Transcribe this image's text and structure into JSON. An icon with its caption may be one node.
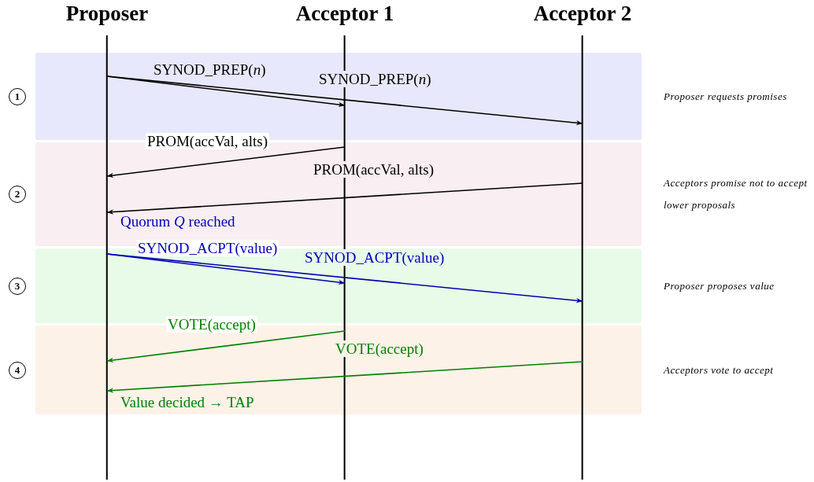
{
  "diagram": {
    "nodes": [
      {
        "text": [
          "Proposer"
        ]
      },
      {
        "text": [
          "Acceptor 1"
        ]
      },
      {
        "text": [
          "Acceptor 2"
        ]
      },
      {
        "text": [
          "1"
        ]
      },
      {
        "text": [
          "2"
        ]
      },
      {
        "text": [
          "3"
        ]
      },
      {
        "text": [
          "4"
        ]
      }
    ],
    "edges": [
      {
        "from": 0,
        "to": 1,
        "arrow": "to",
        "label": "SYNOD_PREP(*n*)"
      },
      {
        "from": 0,
        "to": 2,
        "arrow": "to",
        "label": "SYNOD_PREP(*n*)"
      },
      {
        "from": 1,
        "to": 0,
        "arrow": "to",
        "label": "PROM(accVal, alts)"
      },
      {
        "from": 2,
        "to": 0,
        "arrow": "to",
        "label": "PROM(accVal, alts)"
      },
      {
        "from": 0,
        "to": 1,
        "arrow": "to",
        "label": "SYNOD_ACPT(value)",
        "color": "#0000b4"
      },
      {
        "from": 0,
        "to": 2,
        "arrow": "to",
        "label": "SYNOD_ACPT(value)",
        "color": "#0000b4"
      },
      {
        "from": 1,
        "to": 0,
        "arrow": "to",
        "label": "VOTE(accept)",
        "color": "#008000"
      },
      {
        "from": 2,
        "to": 0,
        "arrow": "to",
        "label": "VOTE(accept)",
        "color": "#008000"
      }
    ],
    "labels": [
      "Proposer requests promises",
      "Acceptors promise not to accept lower proposals",
      "Quorum *Q* reached",
      "Proposer proposes value",
      "Acceptors vote to accept",
      "Value decided → TAP"
    ]
  }
}
